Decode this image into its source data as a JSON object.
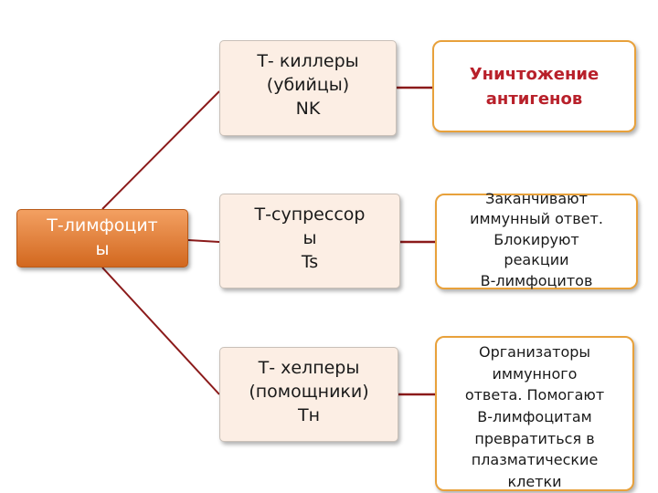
{
  "root": {
    "lines": [
      "Т-лимфоцит",
      "ы"
    ]
  },
  "cells": [
    {
      "lines": [
        "Т- киллеры",
        "(убийцы)",
        "NK"
      ]
    },
    {
      "lines": [
        "Т-супрессор",
        "ы",
        "Ts"
      ]
    },
    {
      "lines": [
        "Т- хелперы",
        "(помощники)",
        "Тн"
      ]
    }
  ],
  "notes": [
    {
      "lines": [
        "Уничтожение",
        "антигенов"
      ]
    },
    {
      "lines": [
        "Заканчивают",
        "иммунный ответ.",
        "Блокируют",
        "реакции",
        "В-лимфоцитов"
      ]
    },
    {
      "lines": [
        "Организаторы",
        "иммунного",
        "ответа. Помогают",
        "В-лимфоцитам",
        "превратиться в",
        "плазматические",
        "клетки"
      ]
    }
  ],
  "colors": {
    "connector": "#8b1a1a",
    "root_fill": "#e07a33",
    "cell_fill": "#fceee4",
    "note_border": "#e8a13b",
    "note_emphasis_text": "#b8202a"
  }
}
